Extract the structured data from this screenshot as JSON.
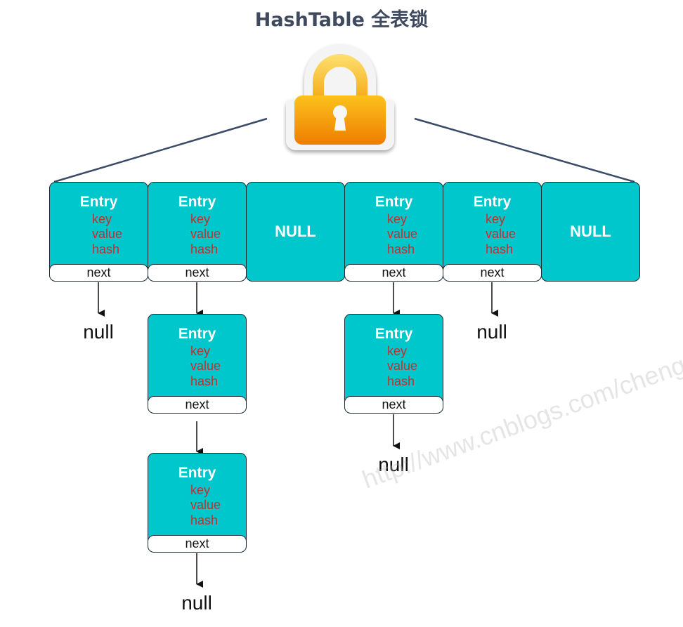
{
  "title": "HashTable 全表锁",
  "lock_icon": "padlock-icon",
  "colors": {
    "bucket_fill": "#00c7cb",
    "field_text": "#cc2b2b",
    "lock_body": "#f59a0a",
    "title_text": "#3f4a5e"
  },
  "entry": {
    "header": "Entry",
    "fields": [
      "key",
      "value",
      "hash"
    ],
    "next": "next"
  },
  "null_bucket_label": "NULL",
  "null_terminator": "null",
  "watermark": "http://www.cnblogs.com/chengxia"
}
